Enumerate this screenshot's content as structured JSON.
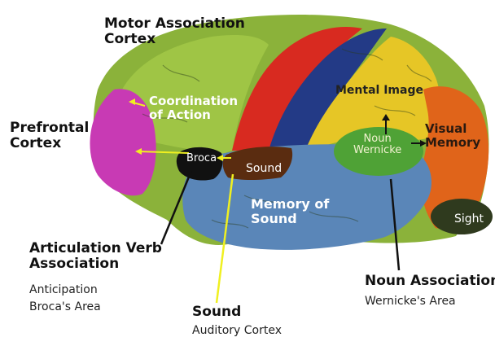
{
  "labels": {
    "motor_association": [
      "Motor Association",
      "Cortex"
    ],
    "prefrontal": [
      "Prefrontal",
      "Cortex"
    ],
    "coordination": [
      "Coordination",
      "of Action"
    ],
    "broca": "Broca",
    "sound_inner": "Sound",
    "mental_image": "Mental Image",
    "noun_wernicke": [
      "Noun",
      "Wernicke"
    ],
    "visual_memory": [
      "Visual",
      "Memory"
    ],
    "memory_of_sound": [
      "Memory of",
      "Sound"
    ],
    "sight": "Sight",
    "articulation_verb": [
      "Articulation Verb",
      "Association"
    ],
    "articulation_sub": [
      "Anticipation",
      "Broca's Area"
    ],
    "sound_title": "Sound",
    "sound_sub": "Auditory Cortex",
    "noun_association": "Noun Association",
    "noun_association_sub": "Wernicke's Area"
  },
  "colors": {
    "motor_green": "#8bb23a",
    "light_green": "#9fc545",
    "prefrontal_magenta": "#c83ab4",
    "red_band": "#d82a20",
    "blue_band": "#233a86",
    "yellow_region": "#e6c626",
    "orange_region": "#e0641a",
    "wernicke_green": "#4fa236",
    "temporal_blue": "#5a86b8",
    "sound_brown": "#5a2c10",
    "sight_dark": "#2f3a1e",
    "broca_black": "#111111",
    "arrow_yellow": "#f0f020"
  }
}
